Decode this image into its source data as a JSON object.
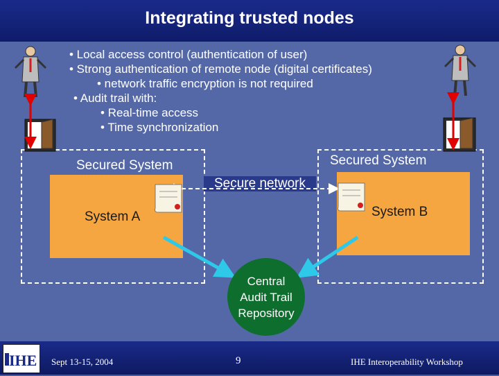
{
  "title": "Integrating trusted nodes",
  "bullets": [
    {
      "text": "•  Local access control (authentication of user)"
    },
    {
      "text": "•  Strong authentication of remote node (digital certificates)"
    },
    {
      "text": "• network traffic encryption is not required"
    },
    {
      "text": "•  Audit trail with:"
    },
    {
      "text": "• Real-time access"
    },
    {
      "text": "• Time synchronization"
    }
  ],
  "left_system": {
    "secured_label": "Secured System",
    "name": "System A"
  },
  "right_system": {
    "secured_label": "Secured System",
    "name": "System B"
  },
  "network_label": "Secure network",
  "repository": {
    "line1": "Central",
    "line2": "Audit Trail",
    "line3": "Repository"
  },
  "footer": {
    "date": "Sept 13-15, 2004",
    "page": "9",
    "event": "IHE Interoperability Workshop",
    "logo_text": "IHE"
  },
  "colors": {
    "background": "#5468a8",
    "header": "#1a2a8a",
    "system_fill": "#f5a640",
    "repository_fill": "#0d6e2e",
    "arrow": "#2ec8e8",
    "access_arrow": "#e00000"
  }
}
